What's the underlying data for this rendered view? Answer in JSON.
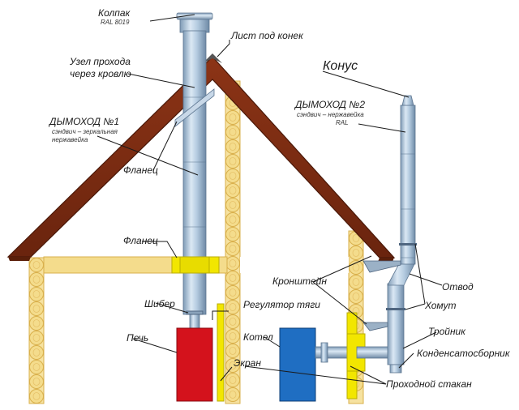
{
  "colors": {
    "roof": "#7a2b12",
    "log": "#f4dc8c",
    "pipe": "#a9c4dc",
    "stove": "#d4121c",
    "boiler": "#1f6ec2",
    "insulation": "#f2e600"
  },
  "labels": {
    "kolpak": "Колпак",
    "kolpak_sub": "RAL 8019",
    "list_konek": "Лист под конек",
    "uzel_1": "Узел прохода",
    "uzel_2": "через кровлю",
    "konus": "Конус",
    "dym1": "ДЫМОХОД №1",
    "dym1_sub1": "сэндвич – зеркальная",
    "dym1_sub2": "нержавейка",
    "dym2": "ДЫМОХОД №2",
    "dym2_sub1": "сэндвич – нержавейка",
    "dym2_sub2": "RAL",
    "flanec_roof": "Фланец",
    "flanec_ceiling": "Фланец",
    "kronshtein": "Кронштейн",
    "otvod": "Отвод",
    "shiber": "Шибер",
    "regulyator": "Регулятор тяги",
    "homut": "Хомут",
    "troinik": "Тройник",
    "pech": "Печь",
    "kotel": "Котел",
    "kondensat": "Конденсатосборник",
    "ekran": "Экран",
    "prohodnoi": "Проходной стакан"
  }
}
